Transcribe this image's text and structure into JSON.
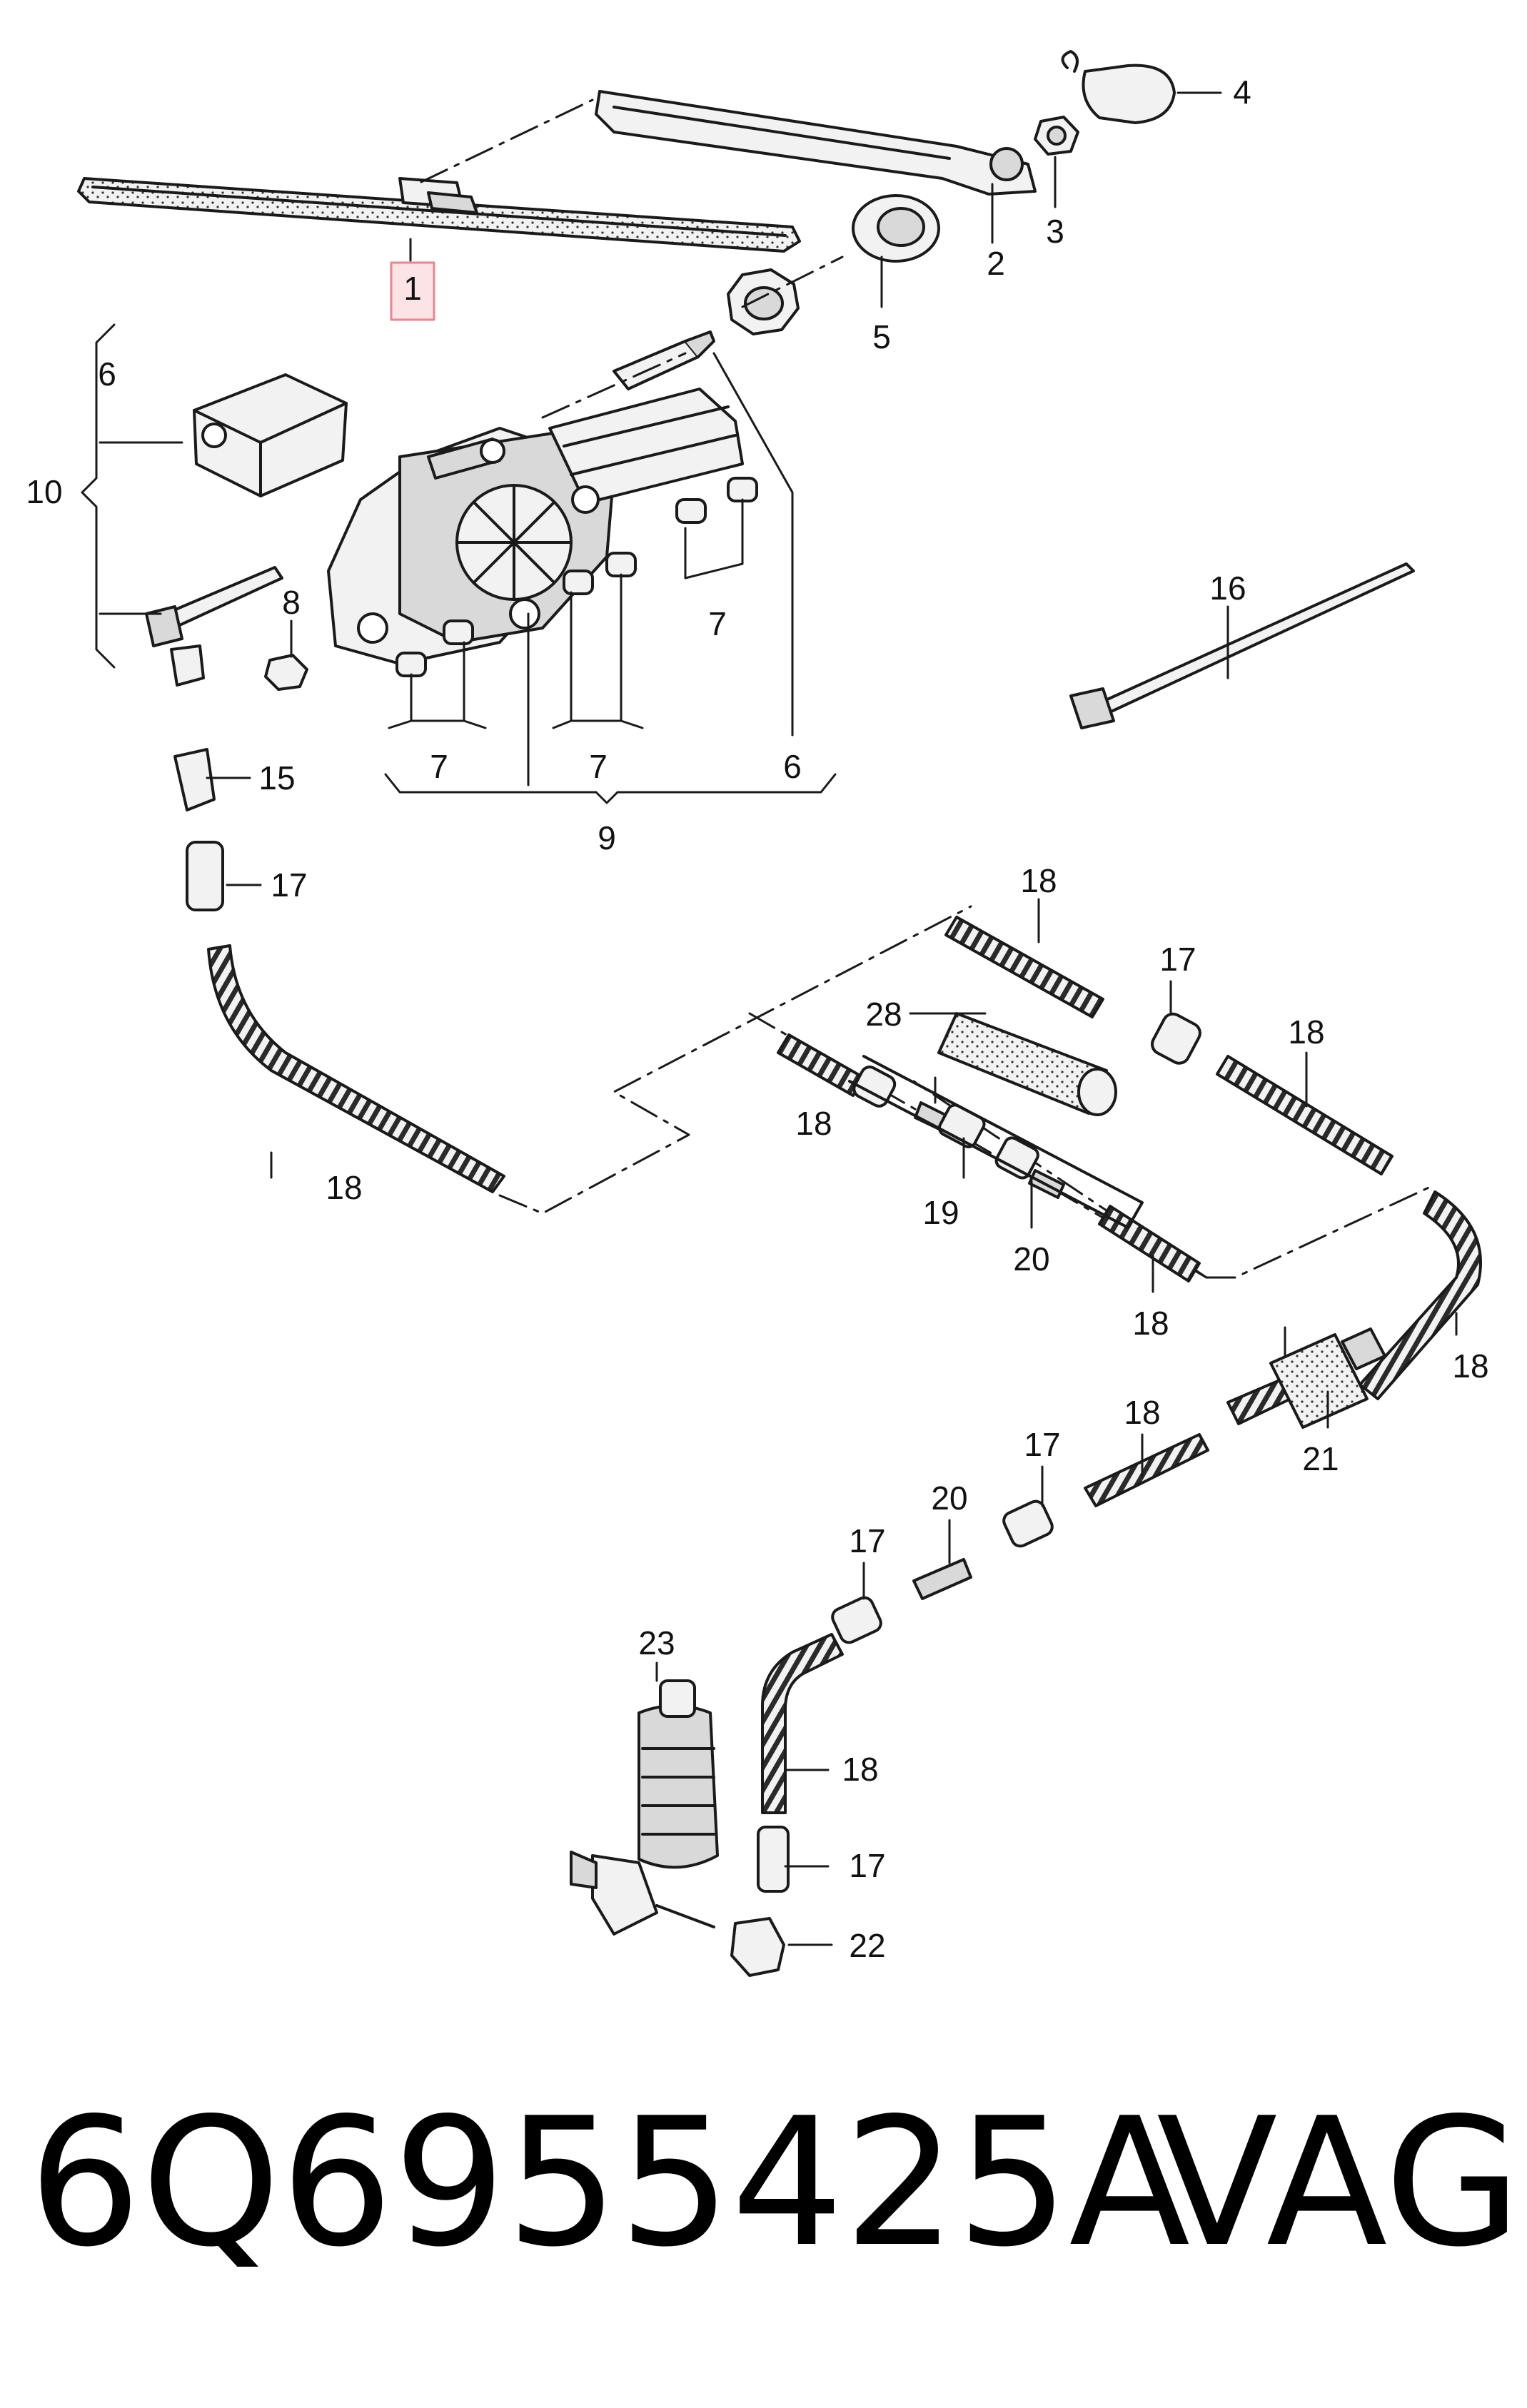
{
  "colors": {
    "line": "#1a1a1a",
    "part_fill": "#f2f2f2",
    "part_shade": "#d9d9d9",
    "highlight_border": "#e8868f",
    "highlight_fill": "#fbe3e6"
  },
  "callouts": {
    "c1": "1",
    "c2": "2",
    "c3": "3",
    "c4": "4",
    "c5": "5",
    "c6a": "6",
    "c6b": "6",
    "c7a": "7",
    "c7b": "7",
    "c7c": "7",
    "c8": "8",
    "c9": "9",
    "c10": "10",
    "c15": "15",
    "c16": "16",
    "c17a": "17",
    "c17b": "17",
    "c17c": "17",
    "c17d": "17",
    "c17e": "17",
    "c18a": "18",
    "c18b": "18",
    "c18c": "18",
    "c18d": "18",
    "c18e": "18",
    "c18f": "18",
    "c18g": "18",
    "c18h": "18",
    "c19": "19",
    "c20a": "20",
    "c20b": "20",
    "c21": "21",
    "c22": "22",
    "c23": "23",
    "c28": "28"
  },
  "highlighted_callout": "1",
  "footer": {
    "part_number": "6Q6955425A",
    "brand": "VAG"
  }
}
